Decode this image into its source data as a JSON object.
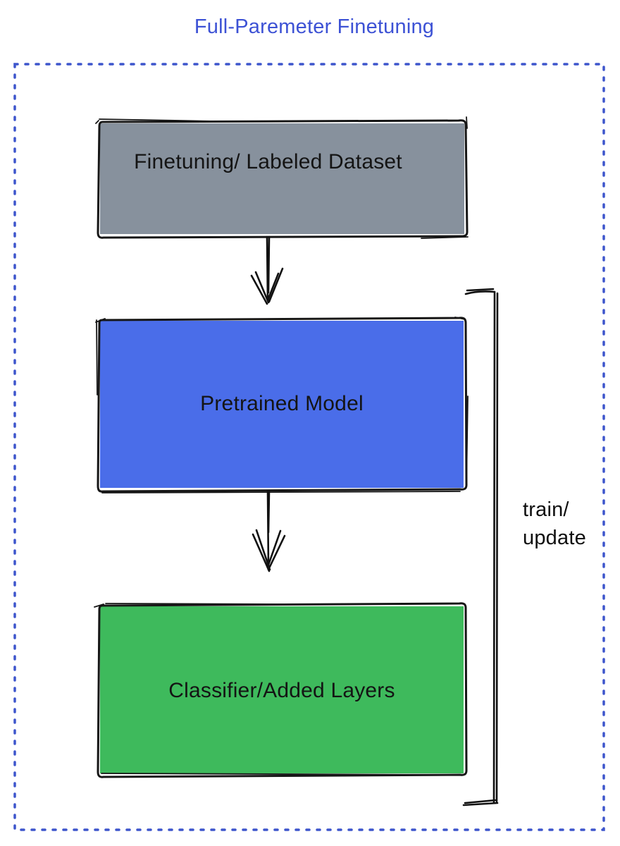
{
  "title": {
    "text": "Full-Paremeter Finetuning",
    "color": "#3d52d5"
  },
  "diagram": {
    "border": {
      "color": "#3d55cc",
      "style": "dotted"
    },
    "boxes": [
      {
        "id": "dataset",
        "label": "Finetuning/ Labeled Dataset",
        "fill": "#87919d"
      },
      {
        "id": "pretrained",
        "label": "Pretrained Model",
        "fill": "#4a6de9"
      },
      {
        "id": "classifier",
        "label": "Classifier/Added Layers",
        "fill": "#3eba5c"
      }
    ],
    "connectors": [
      {
        "id": "arrow-dataset-to-pretrained",
        "type": "arrow-down"
      },
      {
        "id": "arrow-pretrained-to-classifier",
        "type": "arrow-down"
      },
      {
        "id": "train-update-bracket",
        "type": "right-bracket"
      }
    ],
    "bracket_label": {
      "line1": "train/",
      "line2": "update"
    },
    "stroke_color": "#161616"
  }
}
